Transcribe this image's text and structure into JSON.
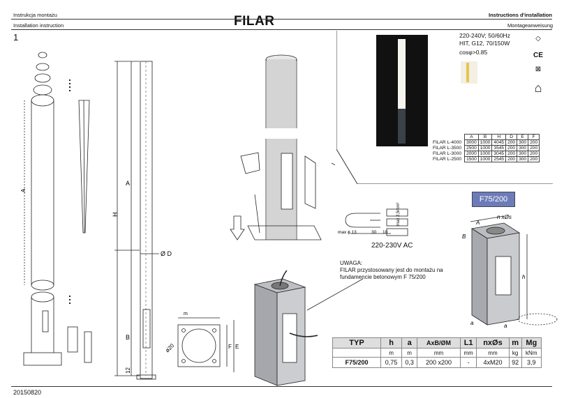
{
  "header": {
    "left_line1": "Instrukcja montażu",
    "left_line2": "Installation instruction",
    "title": "FILAR",
    "right_line1": "Instructions d'installation",
    "right_line2": "Montageanweisung"
  },
  "step_number": "1",
  "footer_date": "20150820",
  "specs": {
    "line1": "220-240V; 50/60Hz",
    "line2": "HIT, G12, 70/150W",
    "line3": "cosφ>0.85"
  },
  "icons": [
    "ip-rating-icon",
    "ce-mark-icon",
    "weee-bin-icon",
    "class-icon"
  ],
  "variants_table": {
    "headers": [
      "A",
      "B",
      "H",
      "D",
      "E",
      "F"
    ],
    "rows": [
      {
        "name": "FILAR L-4000",
        "values": [
          "3000",
          "1000",
          "4045",
          "200",
          "300",
          "200"
        ]
      },
      {
        "name": "FILAR L-3500",
        "values": [
          "2500",
          "1000",
          "3545",
          "200",
          "300",
          "200"
        ]
      },
      {
        "name": "FILAR L-3000",
        "values": [
          "2000",
          "1000",
          "3045",
          "200",
          "300",
          "200"
        ]
      },
      {
        "name": "FILAR L-2500",
        "values": [
          "1500",
          "1000",
          "2545",
          "200",
          "300",
          "200"
        ]
      }
    ]
  },
  "dims": {
    "A": "A",
    "B": "B",
    "H": "H",
    "D": "Ø D",
    "E": "E",
    "F": "F",
    "d12": "12",
    "phi20": "ø20",
    "m": "m"
  },
  "wiring": {
    "max_phi": "max ϕ 13",
    "d30": "30",
    "d10": "10",
    "max_section": "max 2,5mm²",
    "voltage": "220-230V  AC"
  },
  "foundation_label": "F75/200",
  "foundation_dims": {
    "A": "A",
    "B": "B",
    "h": "h",
    "a": "a",
    "nxos": "n xØs"
  },
  "warning": {
    "title": "UWAGA:",
    "line1": "FILAR przystosowany jest do montażu na",
    "line2": "fundamencie betonowym F 75/200"
  },
  "foundation_table": {
    "headers": [
      "TYP",
      "h",
      "a",
      "AxB/ØM",
      "L1",
      "nxØs",
      "m",
      "Mg"
    ],
    "units": [
      "",
      "m",
      "m",
      "mm",
      "mm",
      "mm",
      "kg",
      "kNm"
    ],
    "values": [
      "F75/200",
      "0,75",
      "0,3",
      "200 x200",
      "-",
      "4xM20",
      "92",
      "3,9"
    ]
  }
}
